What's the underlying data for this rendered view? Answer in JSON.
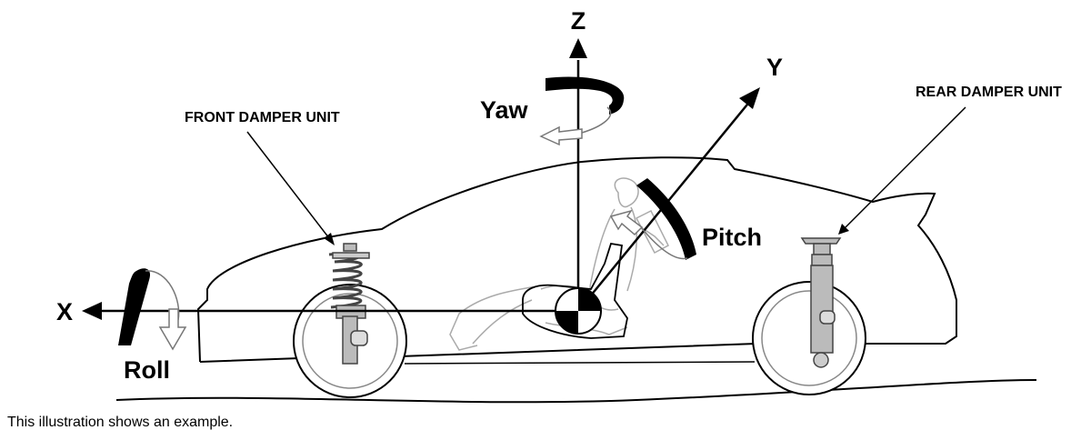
{
  "axes": {
    "z": "Z",
    "y": "Y",
    "x": "X"
  },
  "rotations": {
    "yaw": "Yaw",
    "pitch": "Pitch",
    "roll": "Roll"
  },
  "units": {
    "front": "FRONT DAMPER UNIT",
    "rear": "REAR DAMPER UNIT"
  },
  "caption": "This illustration shows an example."
}
